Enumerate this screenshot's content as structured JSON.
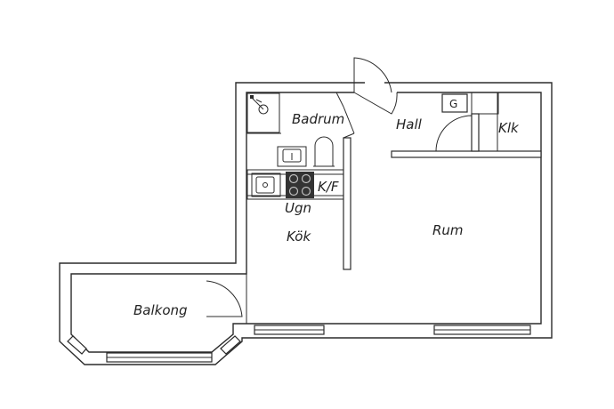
{
  "rooms": {
    "badrum": "Badrum",
    "hall": "Hall",
    "klk": "Klk",
    "kf": "K/F",
    "ugn": "Ugn",
    "kok": "Kök",
    "rum": "Rum",
    "balkong": "Balkong"
  },
  "fixtures": {
    "garderob": "G"
  },
  "colors": {
    "wall": "#2b2b2b",
    "background": "#ffffff"
  },
  "icons": [
    "shower-icon",
    "sink-icon",
    "toilet-icon",
    "stove-icon",
    "kitchen-sink-icon",
    "door-swing-icon",
    "window-icon"
  ]
}
